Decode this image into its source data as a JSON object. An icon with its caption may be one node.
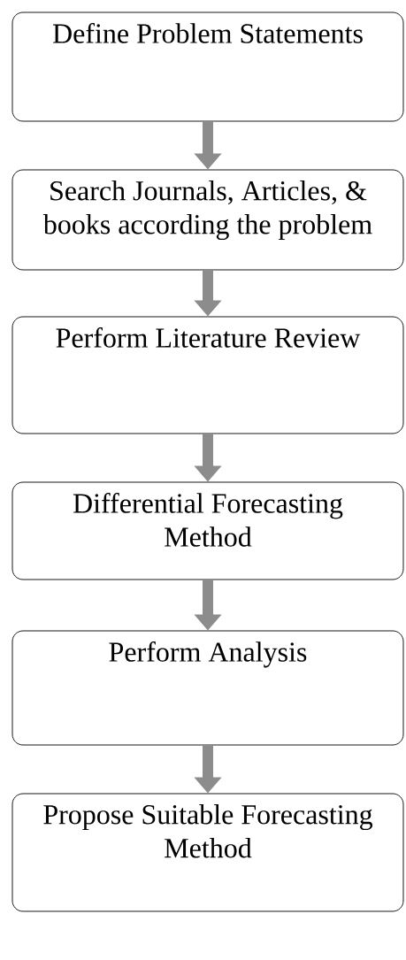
{
  "diagram": {
    "nodes": [
      {
        "text": [
          "Define Problem Statements"
        ]
      },
      {
        "text": [
          "Search Journals, Articles, & books according the problem"
        ]
      },
      {
        "text": [
          "Perform Literature Review"
        ]
      },
      {
        "text": [
          "Differential Forecasting Method"
        ]
      },
      {
        "text": [
          "Perform Analysis"
        ]
      },
      {
        "text": [
          "Propose Suitable Forecasting Method"
        ]
      }
    ],
    "edges": [
      {
        "from": 0,
        "to": 1,
        "arrow": "to"
      },
      {
        "from": 1,
        "to": 2,
        "arrow": "to"
      },
      {
        "from": 2,
        "to": 3,
        "arrow": "to"
      },
      {
        "from": 3,
        "to": 4,
        "arrow": "to"
      },
      {
        "from": 4,
        "to": 5,
        "arrow": "to"
      }
    ]
  }
}
